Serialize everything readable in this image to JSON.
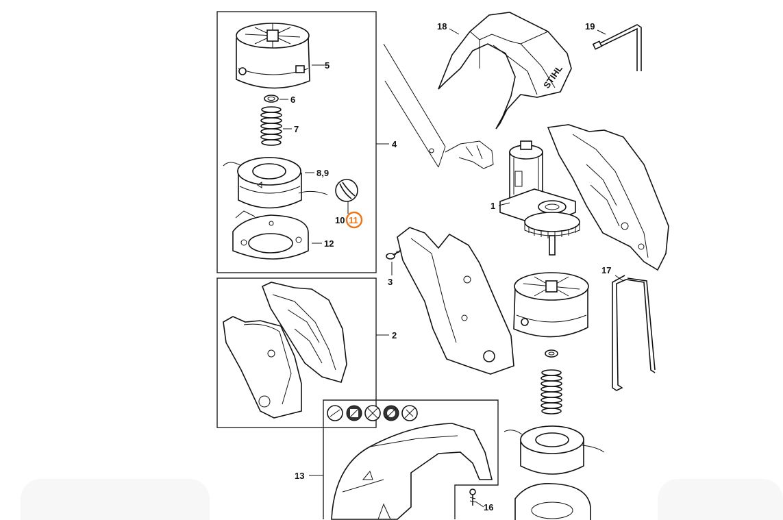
{
  "diagram": {
    "callouts": {
      "c1": "1",
      "c2": "2",
      "c3": "3",
      "c4": "4",
      "c5": "5",
      "c6": "6",
      "c7": "7",
      "c89": "8,9",
      "c10": "10",
      "c11": "11",
      "c12": "12",
      "c13": "13",
      "c16": "16",
      "c17": "17",
      "c18": "18",
      "c19": "19"
    },
    "highlighted_part": "11",
    "brand_mark": "STIHL",
    "colors": {
      "line": "#111111",
      "highlight": "#e8751a",
      "background": "#ffffff"
    },
    "safety_icons": [
      "trimmer-head-icon",
      "blade-icon",
      "saw-blade-icon",
      "circular-blade-icon",
      "brush-knife-icon"
    ]
  }
}
